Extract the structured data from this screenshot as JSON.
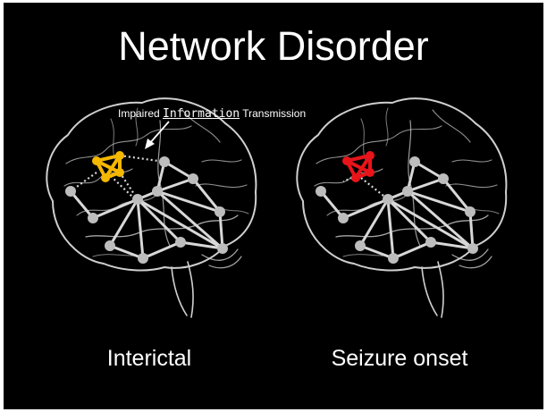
{
  "title": "Network Disorder",
  "annotation": {
    "prefix": "Impaired",
    "emphasis": "Information",
    "suffix": "Transmission"
  },
  "panels": [
    {
      "caption": "Interictal",
      "cluster_color": "#f5b800"
    },
    {
      "caption": "Seizure onset",
      "cluster_color": "#e8141a"
    }
  ],
  "colors": {
    "background": "#000000",
    "node": "#bdbdbd",
    "edge": "#d8d8d8",
    "brain_outline": "#cfcfcf"
  }
}
